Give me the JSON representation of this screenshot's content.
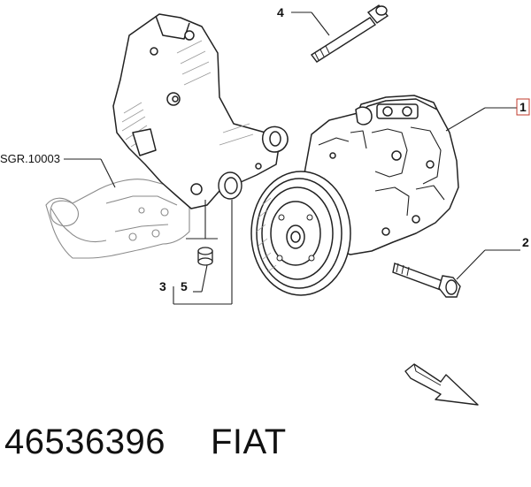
{
  "diagram": {
    "callouts": {
      "c1": "1",
      "c2": "2",
      "c3": "3",
      "c4": "4",
      "c5": "5"
    },
    "reference_label": "SGR.10003",
    "colors": {
      "line": "#222222",
      "hatch": "#9a9a9a",
      "ghost": "#8a8a8a",
      "callout_box_1": "#c0392b"
    }
  },
  "footer": {
    "part_number": "46536396",
    "brand": "FIAT"
  }
}
